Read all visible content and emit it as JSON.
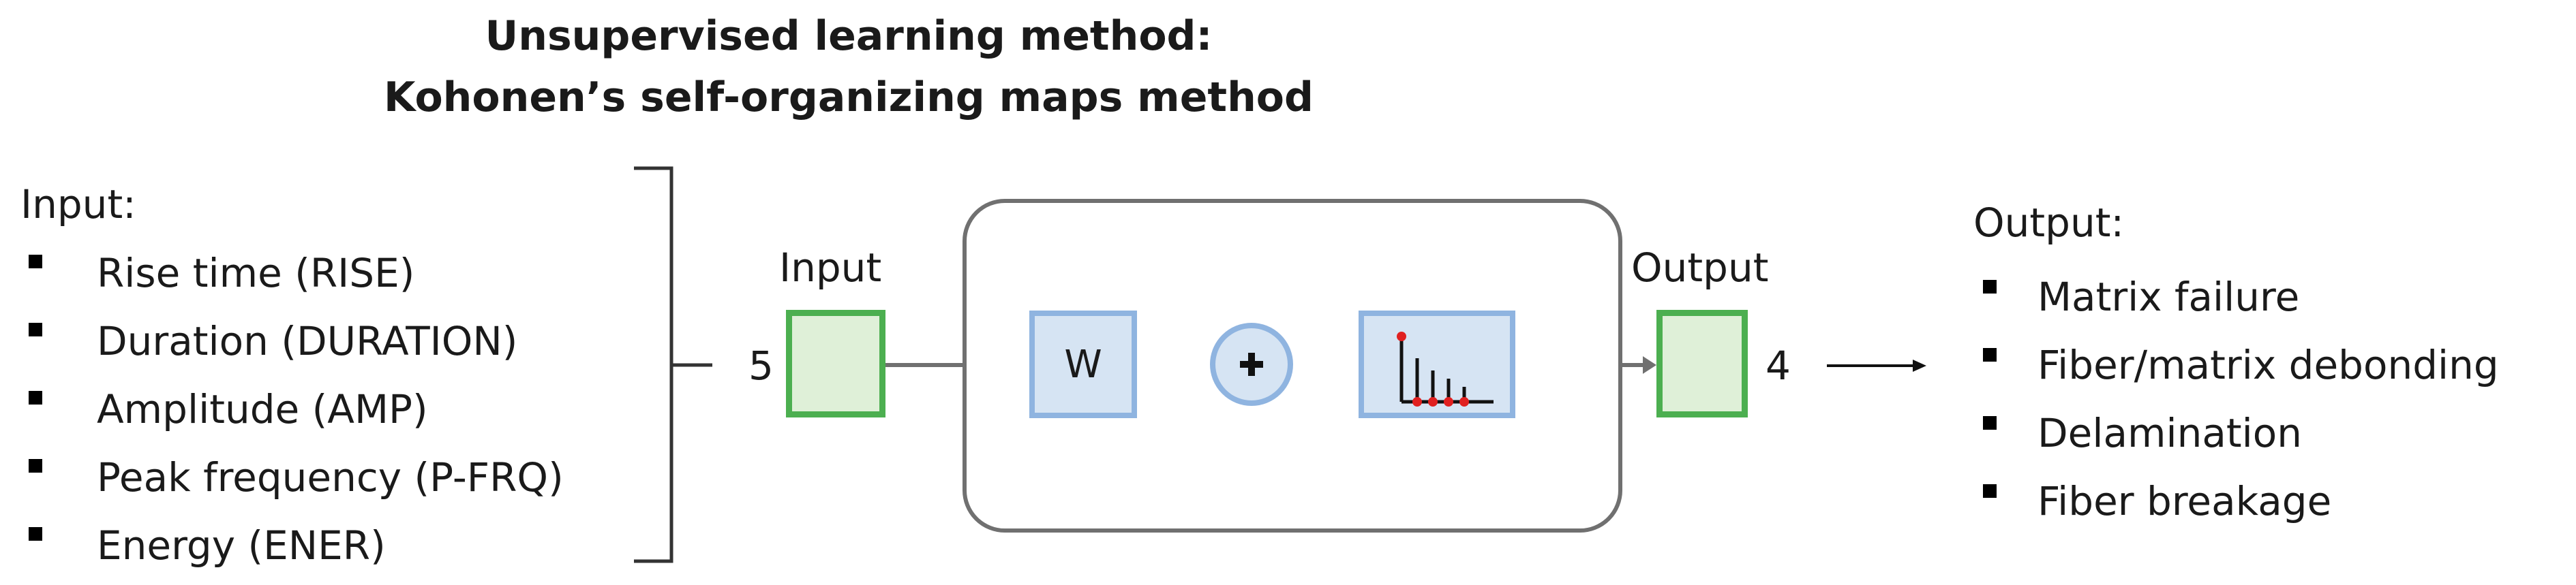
{
  "title": {
    "line1": "Unsupervised learning method:",
    "line2": "Kohonen’s self-organizing maps method"
  },
  "inputs": {
    "heading": "Input:",
    "items": [
      "Rise time (RISE)",
      "Duration (DURATION)",
      "Amplitude (AMP)",
      "Peak frequency (P-FRQ)",
      "Energy (ENER)"
    ]
  },
  "network": {
    "input_label": "Input",
    "input_size": "5",
    "weight_label": "W",
    "output_label": "Output",
    "output_size": "4"
  },
  "outputs": {
    "heading": "Output:",
    "items": [
      "Matrix failure",
      "Fiber/matrix debonding",
      "Delamination",
      "Fiber breakage"
    ]
  },
  "colors": {
    "green_border": "#4caf50",
    "green_fill": "#dff0d8",
    "blue_border": "#8fb4e0",
    "blue_fill": "#d6e4f3",
    "red_marker": "#e02020",
    "frame_gray": "#707070"
  },
  "icons": {
    "sum": "plus-circle-icon",
    "transfer": "competitive-transfer-function-icon"
  }
}
